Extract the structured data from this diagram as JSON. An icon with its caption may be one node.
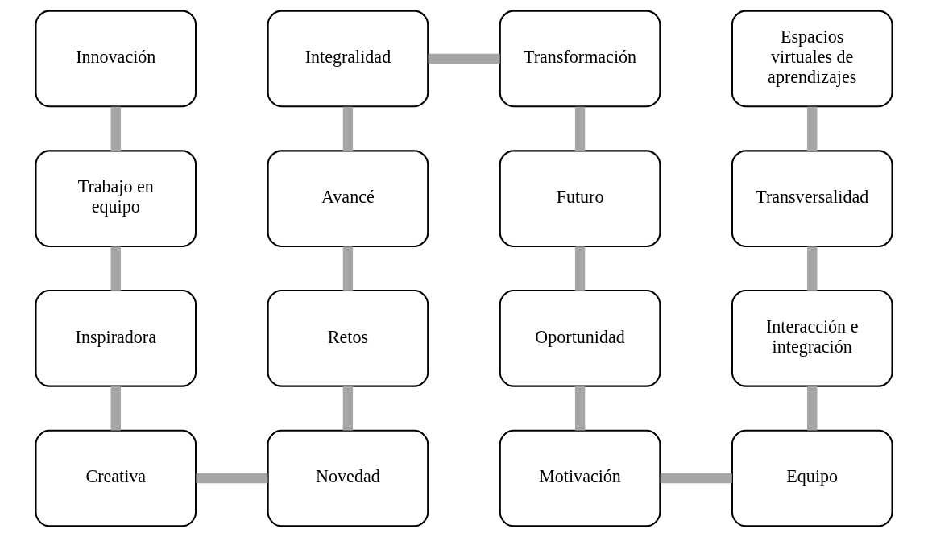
{
  "diagram": {
    "nodes": [
      {
        "text": [
          "Innovación"
        ]
      },
      {
        "text": [
          "Integralidad"
        ]
      },
      {
        "text": [
          "Transformación"
        ]
      },
      {
        "text": [
          "Espacios virtuales de aprendizajes"
        ]
      },
      {
        "text": [
          "Trabajo en equipo"
        ]
      },
      {
        "text": [
          "Avancé"
        ]
      },
      {
        "text": [
          "Futuro"
        ]
      },
      {
        "text": [
          "Transversalidad"
        ]
      },
      {
        "text": [
          "Inspiradora"
        ]
      },
      {
        "text": [
          "Retos"
        ]
      },
      {
        "text": [
          "Oportunidad"
        ]
      },
      {
        "text": [
          "Interacción e integración"
        ]
      },
      {
        "text": [
          "Creativa"
        ]
      },
      {
        "text": [
          "Novedad"
        ]
      },
      {
        "text": [
          "Motivación"
        ]
      },
      {
        "text": [
          "Equipo"
        ]
      }
    ],
    "edges": [
      {
        "from": 0,
        "to": 4,
        "arrow": "none"
      },
      {
        "from": 4,
        "to": 8,
        "arrow": "none"
      },
      {
        "from": 8,
        "to": 12,
        "arrow": "none"
      },
      {
        "from": 12,
        "to": 13,
        "arrow": "none"
      },
      {
        "from": 13,
        "to": 9,
        "arrow": "none"
      },
      {
        "from": 9,
        "to": 5,
        "arrow": "none"
      },
      {
        "from": 5,
        "to": 1,
        "arrow": "none"
      },
      {
        "from": 1,
        "to": 2,
        "arrow": "none"
      },
      {
        "from": 2,
        "to": 6,
        "arrow": "none"
      },
      {
        "from": 6,
        "to": 10,
        "arrow": "none"
      },
      {
        "from": 10,
        "to": 14,
        "arrow": "none"
      },
      {
        "from": 14,
        "to": 15,
        "arrow": "none"
      },
      {
        "from": 15,
        "to": 11,
        "arrow": "none"
      },
      {
        "from": 11,
        "to": 7,
        "arrow": "none"
      },
      {
        "from": 7,
        "to": 3,
        "arrow": "none"
      }
    ]
  }
}
